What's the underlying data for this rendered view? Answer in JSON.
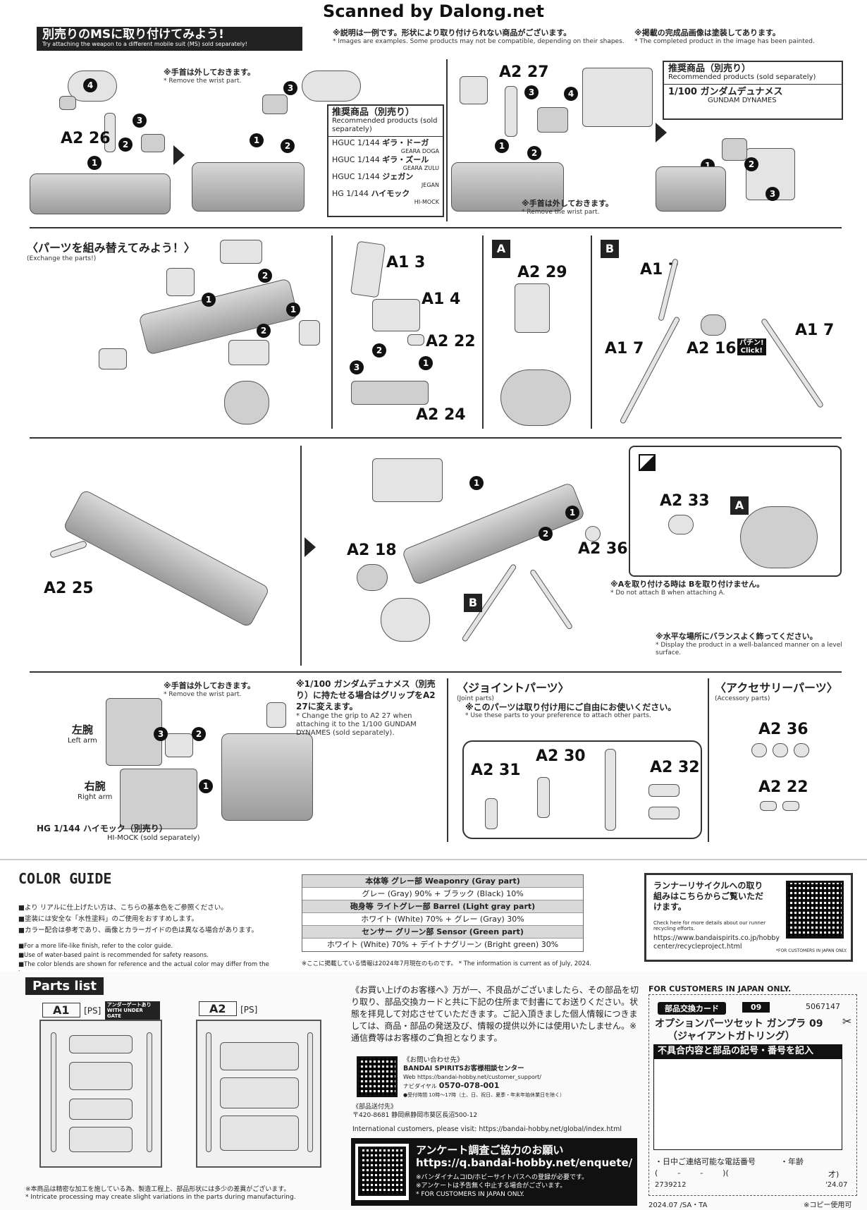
{
  "watermark": "Scanned by Dalong.net",
  "header": {
    "title_jp": "別売りのMSに取り付けてみよう!",
    "title_en": "Try attaching the weapon to a different mobile suit (MS) sold separately!",
    "note1_jp": "※説明は一例です。形状により取り付けられない商品がございます。",
    "note1_en": "* Images are examples. Some products may not be compatible, depending on their shapes.",
    "note2_jp": "※掲載の完成品画像は塗装してあります。",
    "note2_en": "* The completed product in the image has been painted."
  },
  "step1": {
    "wrist_note_jp": "※手首は外しておきます。",
    "wrist_note_en": "* Remove the wrist part.",
    "part_a": "A2 26",
    "rec_head": "推奨商品（別売り）",
    "rec_sub": "Recommended products (sold separately)",
    "rec_items": [
      {
        "scale": "HGUC 1/144",
        "name": "ギラ・ドーガ",
        "en": "GEARA DOGA"
      },
      {
        "scale": "HGUC 1/144",
        "name": "ギラ・ズール",
        "en": "GEARA ZULU"
      },
      {
        "scale": "HGUC 1/144",
        "name": "ジェガン",
        "en": "JEGAN"
      },
      {
        "scale": "HG 1/144",
        "name": "ハイモック",
        "en": "HI-MOCK"
      }
    ]
  },
  "step2": {
    "part_a": "A2 27",
    "rec_head": "推奨商品（別売り）",
    "rec_sub": "Recommended products (sold separately)",
    "rec_item": "1/100 ガンダムデュナメス",
    "rec_item_en": "GUNDAM DYNAMES",
    "wrist_note_jp": "※手首は外しておきます。",
    "wrist_note_en": "* Remove the wrist part."
  },
  "exchange": {
    "title": "〈パーツを組み替えてみよう！〉",
    "sub": "(Exchange the parts!)",
    "labels": [
      "A1 3",
      "A1 4",
      "A2 22",
      "A2 24",
      "A2 29",
      "A1 7",
      "A1 7",
      "A1 7",
      "A2 16"
    ],
    "badge_a": "A",
    "badge_b": "B",
    "click_jp": "パチン!",
    "click_en": "Click!"
  },
  "assembly": {
    "labels": [
      "A2 25",
      "A2 18",
      "A2 36",
      "A2 33"
    ],
    "badge_a": "A",
    "badge_b": "B",
    "note1_jp": "※Aを取り付ける時は Bを取り付けません。",
    "note1_en": "* Do not attach B when attaching A.",
    "note2_jp": "※水平な場所にバランスよく飾ってください。",
    "note2_en": "* Display the product in a well-balanced manner on a level surface."
  },
  "dynames": {
    "wrist_note_jp": "※手首は外しておきます。",
    "wrist_note_en": "* Remove the wrist part.",
    "left_arm_jp": "左腕",
    "left_arm_en": "Left arm",
    "right_arm_jp": "右腕",
    "right_arm_en": "Right arm",
    "hg_note": "HG 1/144 ハイモック（別売り）",
    "hg_note_en": "HI-MOCK (sold separately)",
    "note_jp": "※1/100 ガンダムデュナメス（別売り）に持たせる場合はグリップをA2 27に変えます。",
    "note_en": "* Change the grip to A2 27 when attaching it to the 1/100 GUNDAM DYNAMES (sold separately)."
  },
  "joint": {
    "title": "〈ジョイントパーツ〉",
    "sub": "(Joint parts)",
    "note_jp": "※このパーツは取り付け用にご自由にお使いください。",
    "note_en": "* Use these parts to your preference to attach other parts.",
    "labels": [
      "A2 31",
      "A2 30",
      "A2 32"
    ]
  },
  "accessory": {
    "title": "〈アクセサリーパーツ〉",
    "sub": "(Accessory parts)",
    "labels": [
      "A2 36",
      "A2 22"
    ]
  },
  "color_guide": {
    "title": "COLOR GUIDE",
    "notes_jp": [
      "■より リアルに仕上げたい方は、こちらの基本色をご参照ください。",
      "■塗装には安全な「水性塗料」のご使用をおすすめします。",
      "■カラー配合は参考であり、画像とカラーガイドの色は異なる場合があります。"
    ],
    "notes_en": [
      "■For a more life-like finish, refer to the color guide.",
      "■Use of water-based paint is recommended for safety reasons.",
      "■The color blends are shown for reference and the actual color may differ from the image."
    ],
    "rows": [
      {
        "head": true,
        "text": "本体等 グレー部 Weaponry (Gray part)"
      },
      {
        "head": false,
        "text": "グレー (Gray) 90% + ブラック (Black) 10%"
      },
      {
        "head": true,
        "text": "砲身等 ライトグレー部 Barrel (Light gray part)"
      },
      {
        "head": false,
        "text": "ホワイト (White) 70% + グレー (Gray) 30%"
      },
      {
        "head": true,
        "text": "センサー グリーン部 Sensor (Green part)"
      },
      {
        "head": false,
        "text": "ホワイト (White) 70% + デイトナグリーン (Bright green) 30%"
      }
    ],
    "date_note": "※ここに掲載している情報は2024年7月現在のものです。 * The information is current as of July, 2024."
  },
  "recycle": {
    "jp": "ランナーリサイクルへの取り組みはこちらからご覧いただけます。",
    "en": "Check here for more details about our runner recycling efforts.",
    "url": "https://www.bandaispirits.co.jp/hobbycenter/recycleproject.html",
    "note": "*FOR CUSTOMERS IN JAPAN ONLY."
  },
  "parts_list": {
    "title": "Parts list",
    "runners": [
      {
        "name": "A1",
        "type": "[PS]",
        "tag": "アンダーゲートあり WITH UNDER GATE"
      },
      {
        "name": "A2",
        "type": "[PS]",
        "tag": ""
      }
    ],
    "footnote_jp": "※本商品は精密な加工を施している為、製造工程上、部品形状には多少の差異がございます。",
    "footnote_en": "* Intricate processing may create slight variations in the parts during manufacturing."
  },
  "customer": {
    "text": "《お買い上げのお客様へ》万が一、不良品がございましたら、その部品を切り取り、部品交換カードと共に下記の住所まで封書にてお送りください。状態を拝見して対応させていただきます。ご記入頂きました個人情報につきましては、商品・部品の発送及び、情報の提供以外には使用いたしません。※通信費等はお客様のご負担となります。",
    "contact_head": "《お問い合わせ先》",
    "contact_name": "BANDAI SPIRITSお客様相談センター",
    "web": "Web https://bandai-hobby.net/customer_support/",
    "phone_label": "ナビダイヤル",
    "phone": "0570-078-001",
    "hours": "●受付時間 10時〜17時（土、日、祝日、夏季・年末年始休業日を除く）",
    "address_head": "《部品送付先》",
    "address": "〒420-8681 静岡県静岡市葵区長沼500-12",
    "intl": "International customers, please visit: https://bandai-hobby.net/global/index.html"
  },
  "survey": {
    "title": "アンケート調査ご協力のお願い",
    "url": "https://q.bandai-hobby.net/enquete/",
    "notes": [
      "※バンダイナムコID/ホビーサイトパスへの登録が必要です。",
      "※アンケートは予告無く中止する場合がございます。",
      "* FOR CUSTOMERS IN JAPAN ONLY."
    ]
  },
  "card": {
    "japan_only": "FOR CUSTOMERS IN JAPAN ONLY.",
    "label": "部品交換カード",
    "no": "09",
    "code": "5067147",
    "product": "オプションパーツセット ガンプラ 09",
    "product2": "（ジャイアントガトリング）",
    "fill_head": "不具合内容と部品の記号・番号を記入",
    "phone_label": "・日中ご連絡可能な電話番号",
    "age_label": "・年齢",
    "phone_fmt": "(        -        -        )(",
    "age_unit": "才)",
    "serial": "2739212",
    "date_code": "'24.07",
    "print_code": "2024.07 /SA・TA",
    "copy_ok": "※コピー使用可"
  }
}
